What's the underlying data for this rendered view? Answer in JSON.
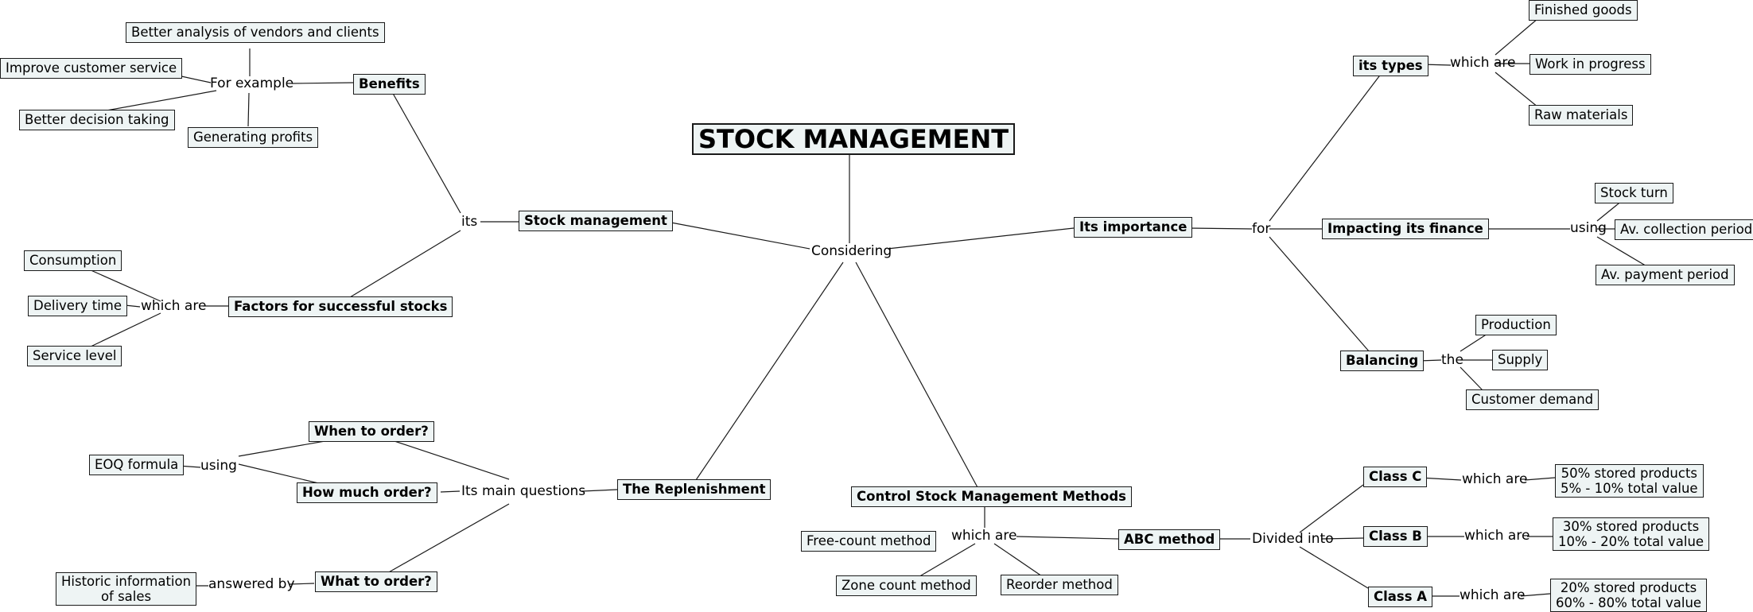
{
  "title": "STOCK MANAGEMENT",
  "hub": "Considering",
  "stock_management": {
    "label": "Stock management",
    "link": "its",
    "benefits": {
      "label": "Benefits",
      "link": "For example",
      "items": [
        "Better analysis of vendors and clients",
        "Improve customer service",
        "Better decision taking",
        "Generating profits"
      ]
    },
    "factors": {
      "label": "Factors for successful stocks",
      "link": "which are",
      "items": [
        "Consumption",
        "Delivery time",
        "Service level"
      ]
    }
  },
  "importance": {
    "label": "Its importance",
    "link": "for",
    "types": {
      "label": "its types",
      "link": "which are",
      "items": [
        "Finished goods",
        "Work in progress",
        "Raw materials"
      ]
    },
    "finance": {
      "label": "Impacting its finance",
      "link": "using",
      "items": [
        "Stock turn",
        "Av. collection period",
        "Av. payment period"
      ]
    },
    "balancing": {
      "label": "Balancing",
      "link": "the",
      "items": [
        "Production",
        "Supply",
        "Customer demand"
      ]
    }
  },
  "replenishment": {
    "label": "The Replenishment",
    "link": "Its main questions",
    "when": "When to order?",
    "how_much": "How much order?",
    "using": "using",
    "eoq": "EOQ formula",
    "what": "What to order?",
    "answered_by": "answered by",
    "historic_1": "Historic information",
    "historic_2": "of sales"
  },
  "control": {
    "label": "Control Stock Management Methods",
    "link": "which are",
    "free_count": "Free-count method",
    "zone_count": "Zone count method",
    "reorder": "Reorder method",
    "abc": {
      "label": "ABC method",
      "link": "Divided into",
      "class_c": {
        "label": "Class C",
        "link": "which are",
        "line1": "50% stored products",
        "line2": "5% - 10% total value"
      },
      "class_b": {
        "label": "Class B",
        "link": "which are",
        "line1": "30% stored products",
        "line2": "10% - 20% total value"
      },
      "class_a": {
        "label": "Class A",
        "link": "which are",
        "line1": "20% stored products",
        "line2": "60% - 80% total value"
      }
    }
  }
}
